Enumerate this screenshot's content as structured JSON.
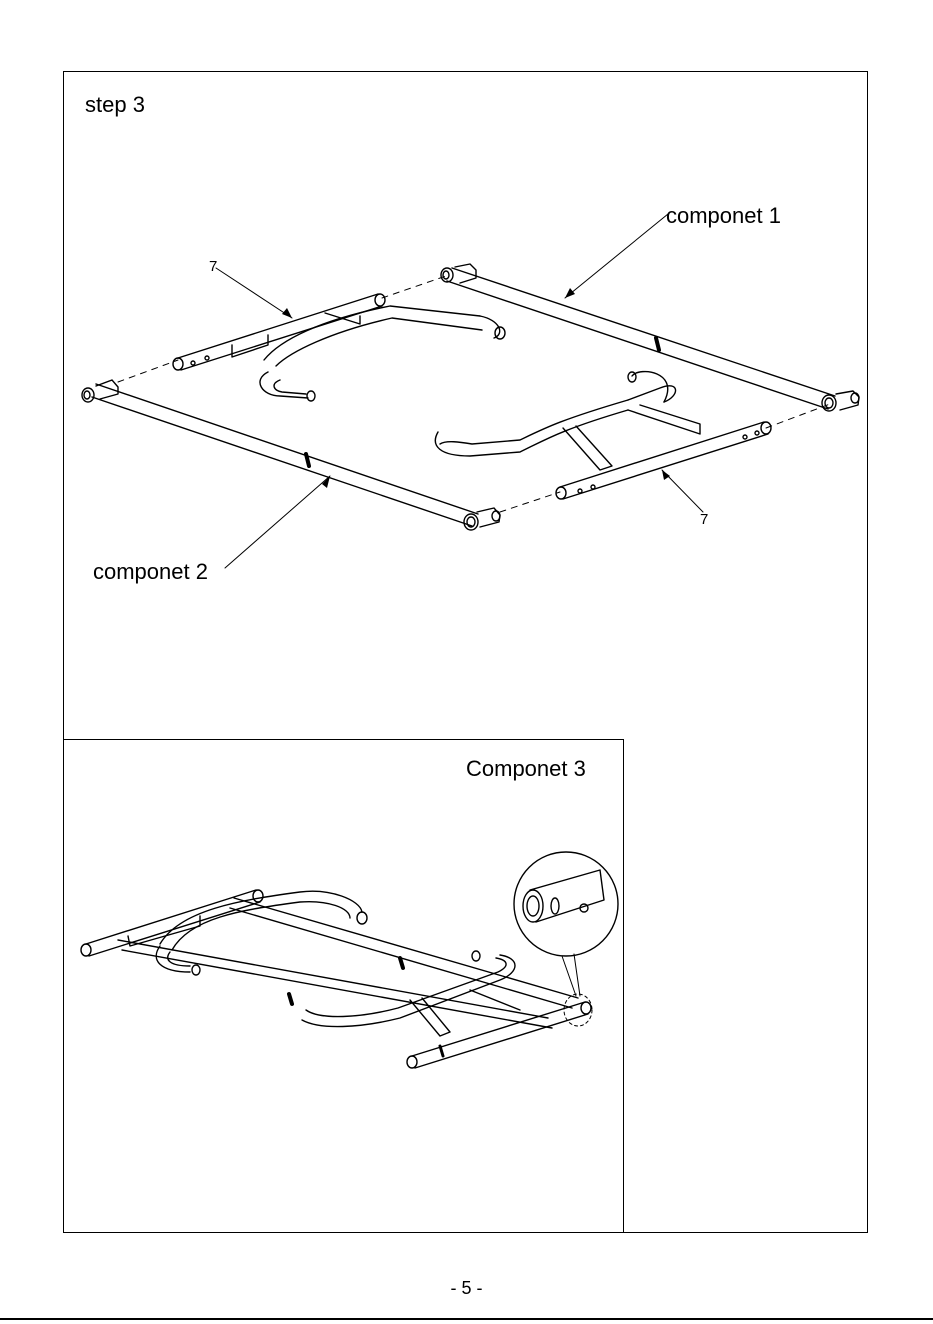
{
  "step": {
    "title": "step 3"
  },
  "labels": {
    "component_1": "componet 1",
    "component_2": "componet 2",
    "component_3": "Componet 3",
    "part_left": "7",
    "part_right": "7"
  },
  "footer": {
    "page_number": "- 5 -"
  }
}
